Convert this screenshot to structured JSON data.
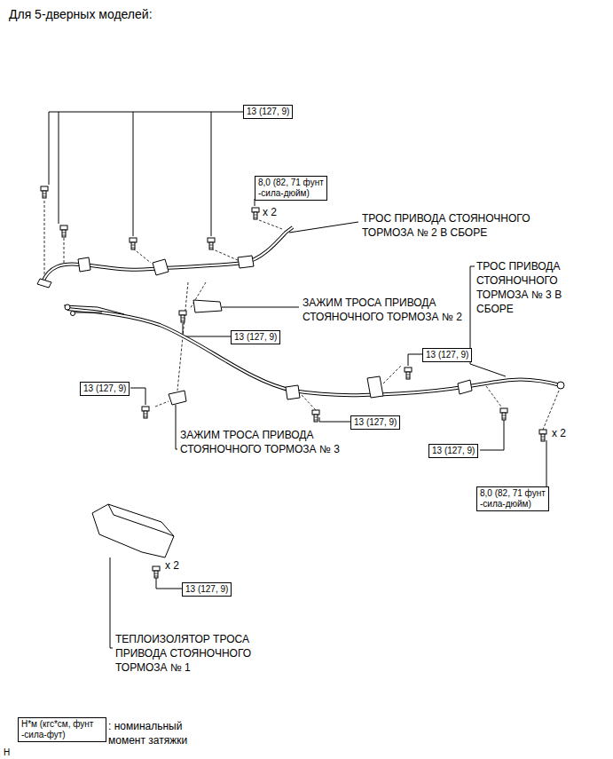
{
  "diagram": {
    "title": "Для 5-дверных моделей:",
    "nodes": [
      {
        "text": [
          "13 (127, 9)"
        ]
      },
      {
        "text": [
          "8,0 (82, 71 фунт -сила-дюйм)"
        ]
      },
      {
        "text": [
          "13 (127, 9)"
        ]
      },
      {
        "text": [
          "13 (127, 9)"
        ]
      },
      {
        "text": [
          "13 (127, 9)"
        ]
      },
      {
        "text": [
          "13 (127, 9)"
        ]
      },
      {
        "text": [
          "13 (127, 9)"
        ]
      },
      {
        "text": [
          "8,0 (82, 71 фунт -сила-дюйм)"
        ]
      },
      {
        "text": [
          "13 (127, 9)"
        ]
      },
      {
        "text": [
          "Н*м (кгс*см, фунт -сила-фут)"
        ]
      }
    ],
    "labels": [
      "x 2",
      "ТРОС ПРИВОДА СТОЯНОЧНОГО ТОРМОЗА № 2 В СБОРЕ",
      "ТРОС ПРИВОДА СТОЯНОЧНОГО ТОРМОЗА № 3 В СБОРЕ",
      "ЗАЖИМ ТРОСА ПРИВОДА СТОЯНОЧНОГО ТОРМОЗА № 2",
      "ЗАЖИМ ТРОСА ПРИВОДА СТОЯНОЧНОГО ТОРМОЗА № 3",
      "x 2",
      "x 2",
      "ТЕПЛОИЗОЛЯТОР ТРОСА ПРИВОДА СТОЯНОЧНОГО ТОРМОЗА № 1",
      ": номинальный момент затяжки",
      "H"
    ]
  }
}
